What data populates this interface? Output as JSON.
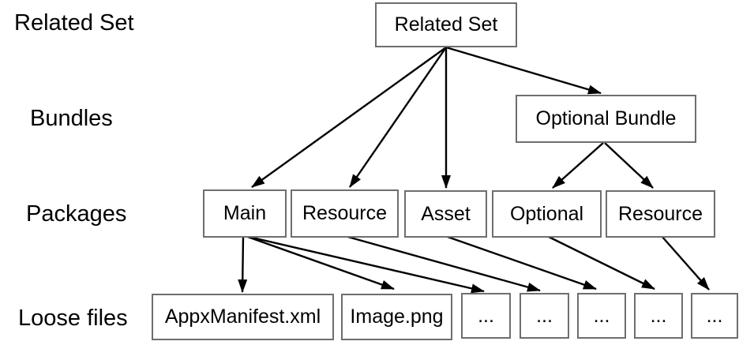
{
  "diagram": {
    "row_labels": {
      "related_set": "Related Set",
      "bundles": "Bundles",
      "packages": "Packages",
      "loose_files": "Loose files"
    },
    "nodes": {
      "related_set": "Related Set",
      "optional_bundle": "Optional Bundle",
      "main": "Main",
      "resource_1": "Resource",
      "asset": "Asset",
      "optional": "Optional",
      "resource_2": "Resource",
      "appx_manifest": "AppxManifest.xml",
      "image_png": "Image.png",
      "loose_1": "...",
      "loose_2": "...",
      "loose_3": "...",
      "loose_4": "...",
      "loose_5": "..."
    },
    "edges": [
      {
        "from": "related_set",
        "to": "main"
      },
      {
        "from": "related_set",
        "to": "resource_1"
      },
      {
        "from": "related_set",
        "to": "asset"
      },
      {
        "from": "related_set",
        "to": "optional_bundle"
      },
      {
        "from": "optional_bundle",
        "to": "optional"
      },
      {
        "from": "optional_bundle",
        "to": "resource_2"
      },
      {
        "from": "main",
        "to": "appx_manifest"
      },
      {
        "from": "main",
        "to": "image_png"
      },
      {
        "from": "main",
        "to": "loose_1"
      },
      {
        "from": "resource_1",
        "to": "loose_2"
      },
      {
        "from": "asset",
        "to": "loose_3"
      },
      {
        "from": "optional",
        "to": "loose_4"
      },
      {
        "from": "resource_2",
        "to": "loose_5"
      }
    ],
    "colors": {
      "box_border": "#6e6e6e",
      "arrow": "#000000",
      "text": "#000000",
      "background": "#ffffff"
    }
  }
}
